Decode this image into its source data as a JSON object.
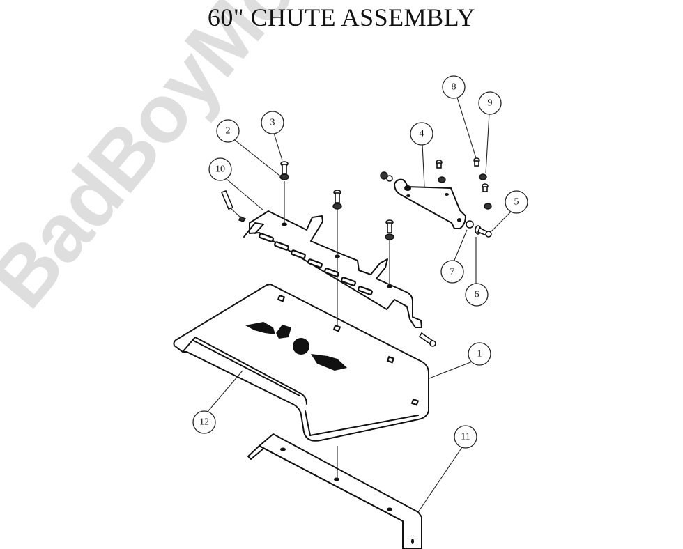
{
  "title": "60\" CHUTE ASSEMBLY",
  "watermark": "BadBoyMowerParts.com",
  "callouts": [
    {
      "id": "1",
      "label": "1"
    },
    {
      "id": "2",
      "label": "2"
    },
    {
      "id": "3",
      "label": "3"
    },
    {
      "id": "4",
      "label": "4"
    },
    {
      "id": "5",
      "label": "5"
    },
    {
      "id": "6",
      "label": "6"
    },
    {
      "id": "7",
      "label": "7"
    },
    {
      "id": "8",
      "label": "8"
    },
    {
      "id": "9",
      "label": "9"
    },
    {
      "id": "10",
      "label": "10"
    },
    {
      "id": "11",
      "label": "11"
    },
    {
      "id": "12",
      "label": "12"
    }
  ],
  "parts": {
    "chute_deflector": "1",
    "lock_washer": "2",
    "carriage_bolt_mount": "3",
    "pivot_bracket": "4",
    "bolt_pivot": "5",
    "flat_washer": "6",
    "spacer_washer": "7",
    "bolt_bracket": "8",
    "nut_bracket": "9",
    "mounting_plate": "10",
    "lower_support_bar": "11",
    "rubber_strip": "12"
  },
  "colors": {
    "line": "#111111",
    "watermark": "#d9d9d9",
    "background": "#ffffff"
  }
}
